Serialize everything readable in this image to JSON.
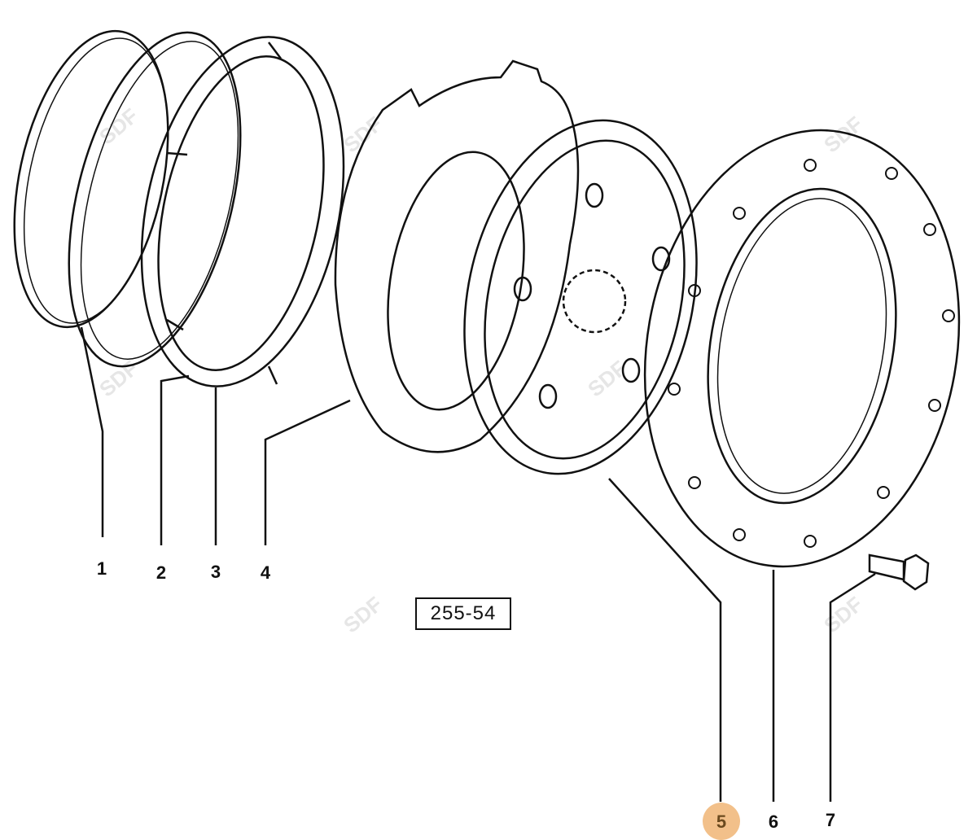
{
  "diagram": {
    "reference_code": "255-54",
    "watermark": "SDF",
    "highlight_color": "#f2c08a",
    "callouts": [
      {
        "number": "1",
        "highlighted": false
      },
      {
        "number": "2",
        "highlighted": false
      },
      {
        "number": "3",
        "highlighted": false
      },
      {
        "number": "4",
        "highlighted": false
      },
      {
        "number": "5",
        "highlighted": true
      },
      {
        "number": "6",
        "highlighted": false
      },
      {
        "number": "7",
        "highlighted": false
      }
    ]
  }
}
